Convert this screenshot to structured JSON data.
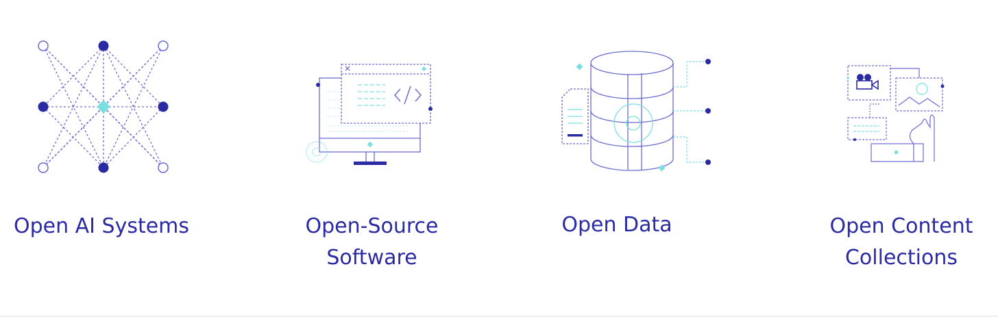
{
  "colors": {
    "primary": "#2a2aa3",
    "stroke": "#6a6ad0",
    "accent": "#7adfe0"
  },
  "categories": [
    {
      "label": "Open AI Systems",
      "icon": "network-icon"
    },
    {
      "label": "Open-Source\nSoftware",
      "icon": "code-monitor-icon"
    },
    {
      "label": "Open Data",
      "icon": "database-icon"
    },
    {
      "label": "Open Content\nCollections",
      "icon": "media-collection-icon"
    }
  ]
}
